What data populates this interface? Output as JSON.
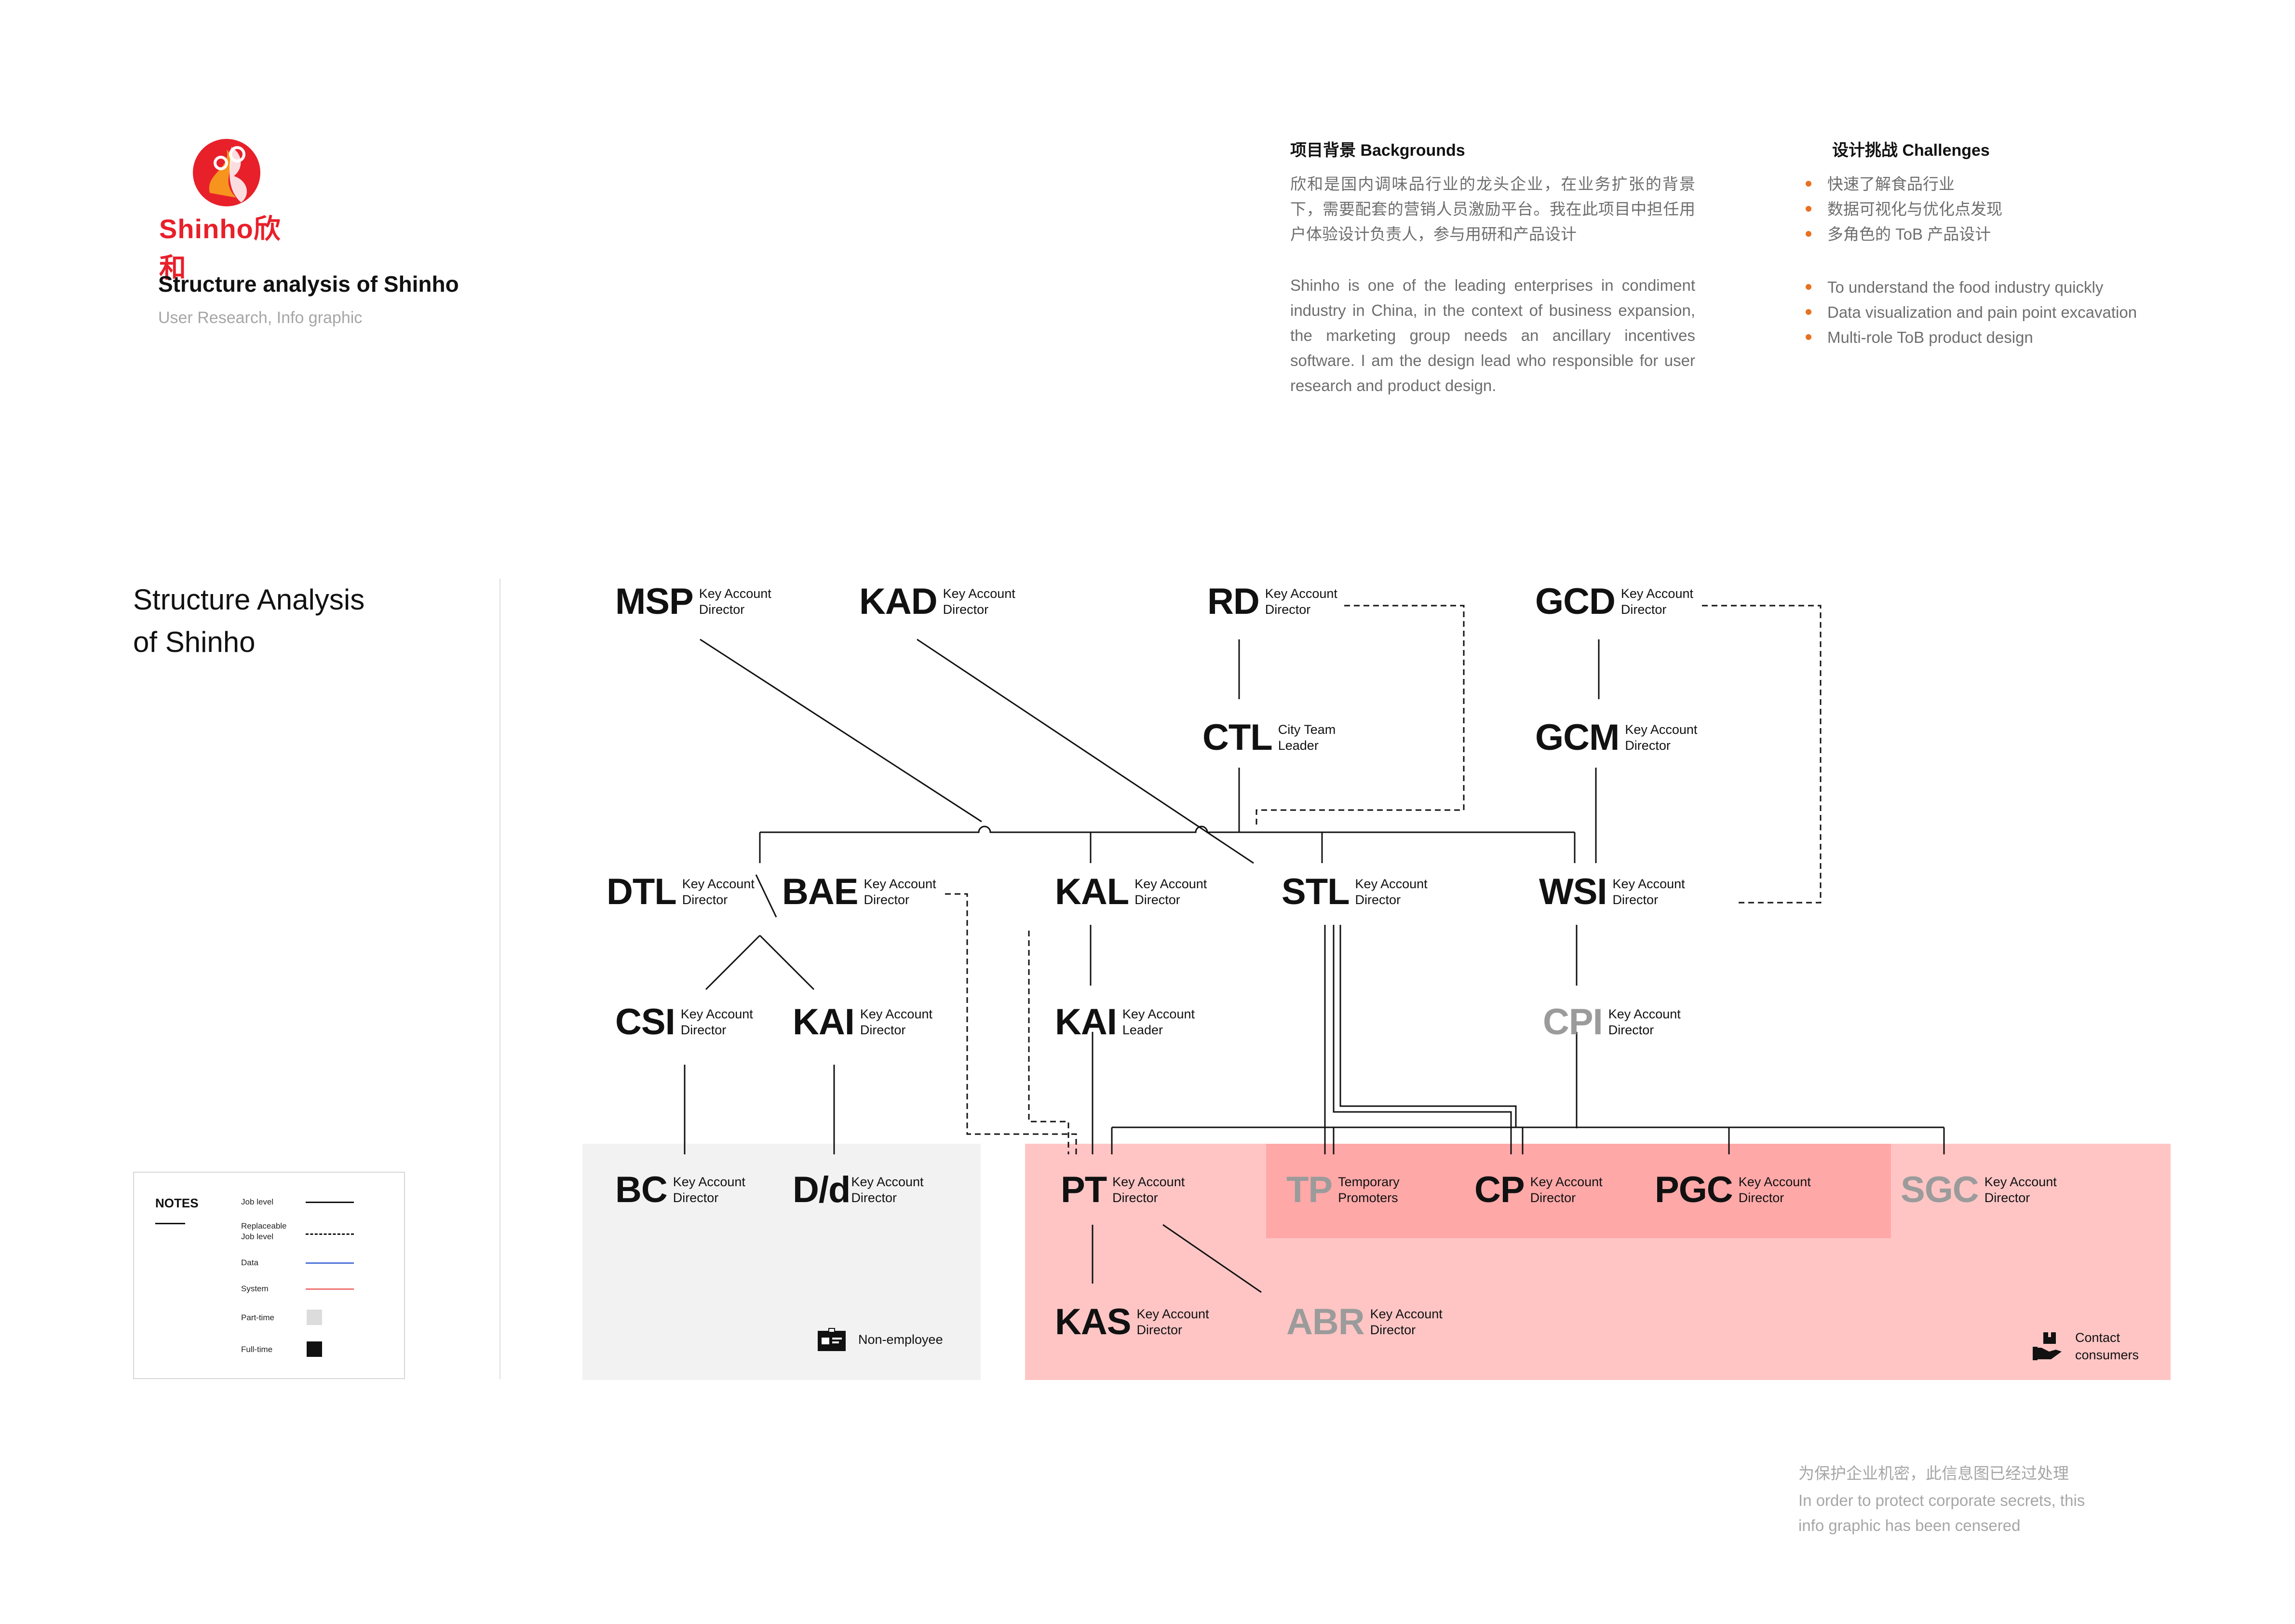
{
  "header": {
    "logo_text": "Shinho欣和",
    "project_title": "Structure analysis of Shinho",
    "project_subtitle": "User Research, Info graphic"
  },
  "background": {
    "heading": "项目背景  Backgrounds",
    "paragraph_cn": "欣和是国内调味品行业的龙头企业，在业务扩张的背景下，需要配套的营销人员激励平台。我在此项目中担任用户体验设计负责人，参与用研和产品设计",
    "paragraph_en": "Shinho is one of the leading enterprises in condiment industry in China, in the context of business expansion, the marketing group needs an ancillary incentives software. I am the design lead who responsible for user research and product design."
  },
  "challenges": {
    "heading": "设计挑战 Challenges",
    "items_cn": [
      "快速了解食品行业",
      "数据可视化与优化点发现",
      "多角色的 ToB 产品设计"
    ],
    "items_en": [
      "To understand the food industry quickly",
      "Data visualization and pain point excavation",
      "Multi-role ToB product design"
    ]
  },
  "diagram": {
    "title": "Structure Analysis\nof Shinho",
    "nodes": {
      "msp": {
        "abbr": "MSP",
        "desc": "Key Account\nDirector"
      },
      "kad": {
        "abbr": "KAD",
        "desc": "Key Account\nDirector"
      },
      "rd": {
        "abbr": "RD",
        "desc": "Key Account\nDirector"
      },
      "gcd": {
        "abbr": "GCD",
        "desc": "Key Account\nDirector"
      },
      "ctl": {
        "abbr": "CTL",
        "desc": "City Team\nLeader"
      },
      "gcm": {
        "abbr": "GCM",
        "desc": "Key Account\nDirector"
      },
      "dtl": {
        "abbr": "DTL",
        "desc": "Key Account\nDirector"
      },
      "bae": {
        "abbr": "BAE",
        "desc": "Key Account\nDirector"
      },
      "kal": {
        "abbr": "KAL",
        "desc": "Key Account\nDirector"
      },
      "stl": {
        "abbr": "STL",
        "desc": "Key Account\nDirector"
      },
      "wsi": {
        "abbr": "WSI",
        "desc": "Key Account\nDirector"
      },
      "csi": {
        "abbr": "CSI",
        "desc": "Key Account\nDirector"
      },
      "kai1": {
        "abbr": "KAI",
        "desc": "Key Account\nDirector"
      },
      "kai2": {
        "abbr": "KAI",
        "desc": "Key Account\nLeader"
      },
      "cpi": {
        "abbr": "CPI",
        "desc": "Key Account\nDirector"
      },
      "bc": {
        "abbr": "BC",
        "desc": "Key Account\nDirector"
      },
      "dd": {
        "abbr": "D/d",
        "desc": "Key Account\nDirector"
      },
      "pt": {
        "abbr": "PT",
        "desc": "Key Account\nDirector"
      },
      "tp": {
        "abbr": "TP",
        "desc": "Temporary\nPromoters"
      },
      "cp": {
        "abbr": "CP",
        "desc": "Key Account\nDirector"
      },
      "pgc": {
        "abbr": "PGC",
        "desc": "Key Account\nDirector"
      },
      "sgc": {
        "abbr": "SGC",
        "desc": "Key Account\nDirector"
      },
      "kas": {
        "abbr": "KAS",
        "desc": "Key Account\nDirector"
      },
      "abr": {
        "abbr": "ABR",
        "desc": "Key Account\nDirector"
      }
    },
    "regions": {
      "non_employee_label": "Non-employee",
      "contact_label": "Contact\nconsumers"
    },
    "colors": {
      "line": "#111111",
      "non_employee_bg": "#f2f2f2",
      "contact_bg": "#ffc5c5",
      "contact_inner_bg": "#ffa8a8",
      "data_line": "#4a72d8",
      "system_line": "#f07070"
    }
  },
  "notes": {
    "title": "NOTES",
    "items": [
      {
        "label": "Job level",
        "kind": "solid"
      },
      {
        "label": "Replaceable\nJob level",
        "kind": "dashed"
      },
      {
        "label": "Data",
        "kind": "blue"
      },
      {
        "label": "System",
        "kind": "red"
      },
      {
        "label": "Part-time",
        "kind": "gray-square"
      },
      {
        "label": "Full-time",
        "kind": "black-square"
      }
    ]
  },
  "footnote": {
    "cn": "为保护企业机密，此信息图已经过处理",
    "en": "In order to protect corporate secrets, this\ninfo graphic has been censered"
  }
}
